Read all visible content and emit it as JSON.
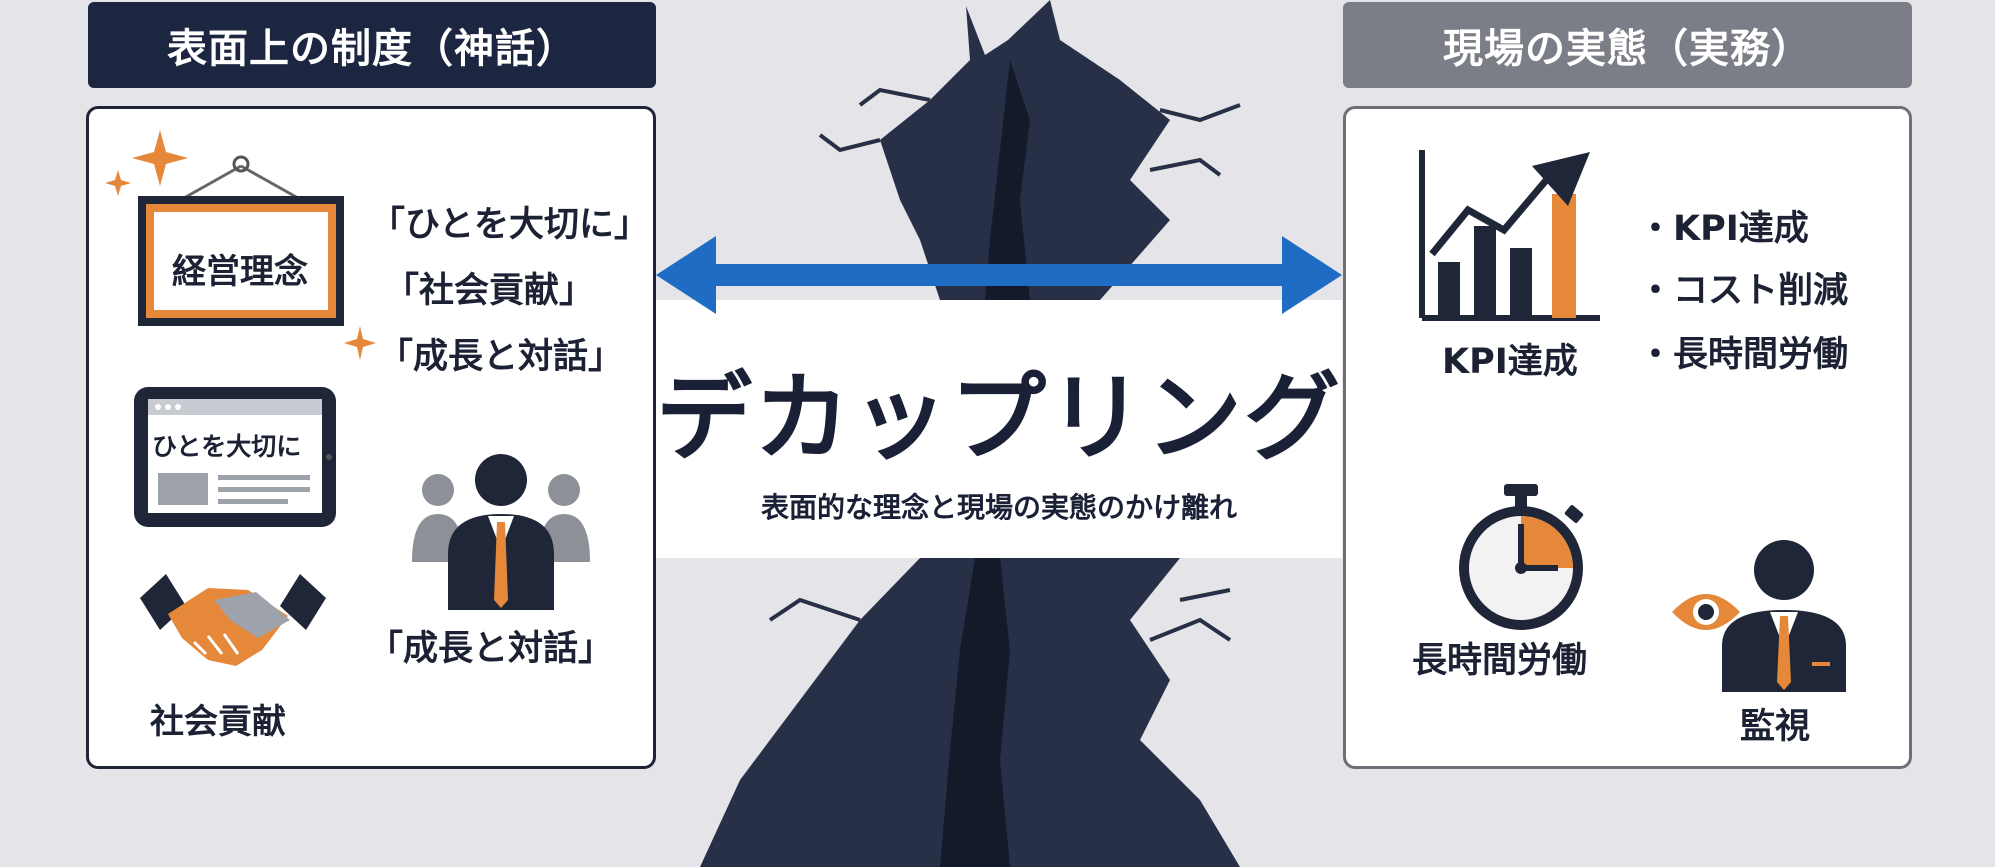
{
  "headers": {
    "left": "表面上の制度（神話）",
    "right": "現場の実態（実務）"
  },
  "center": {
    "title": "デカップリング",
    "subtitle": "表面的な理念と現場の実態のかけ離れ"
  },
  "left_panel": {
    "frame_label": "経営理念",
    "slogans": [
      "「ひとを大切に」",
      "「社会貢献」",
      "「成長と対話」"
    ],
    "tablet_text": "ひとを大切に",
    "handshake_label": "社会貢献",
    "team_label": "「成長と対話」"
  },
  "right_panel": {
    "chart_label": "KPI達成",
    "bullets": [
      "・KPI達成",
      "・コスト削減",
      "・長時間労働"
    ],
    "clock_label": "長時間労働",
    "monitor_label": "監視"
  },
  "colors": {
    "navy": "#1d2640",
    "gray_header": "#7b7e86",
    "orange": "#e5883a",
    "arrow_blue": "#1f6cc4",
    "crack": "#283047"
  }
}
